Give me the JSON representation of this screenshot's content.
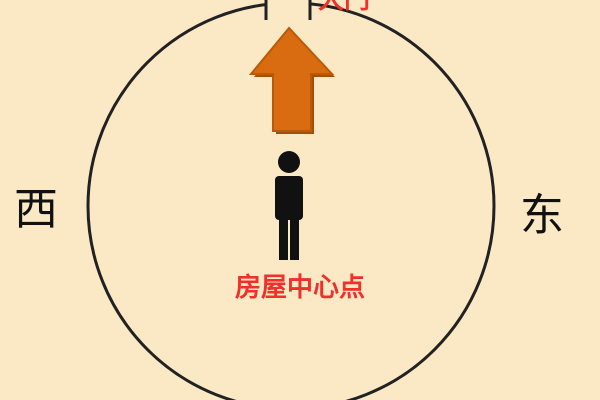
{
  "labels": {
    "door": "大门",
    "west": "西",
    "east": "东",
    "center": "房屋中心点"
  },
  "colors": {
    "background": "#fbe9c5",
    "circle": "#222222",
    "arrow_fill": "#d96b10",
    "arrow_shadow": "#a44f08",
    "person": "#111111",
    "label_red": "#f0302a"
  },
  "icons": {
    "arrow": "arrow-up-icon",
    "person": "person-icon"
  }
}
